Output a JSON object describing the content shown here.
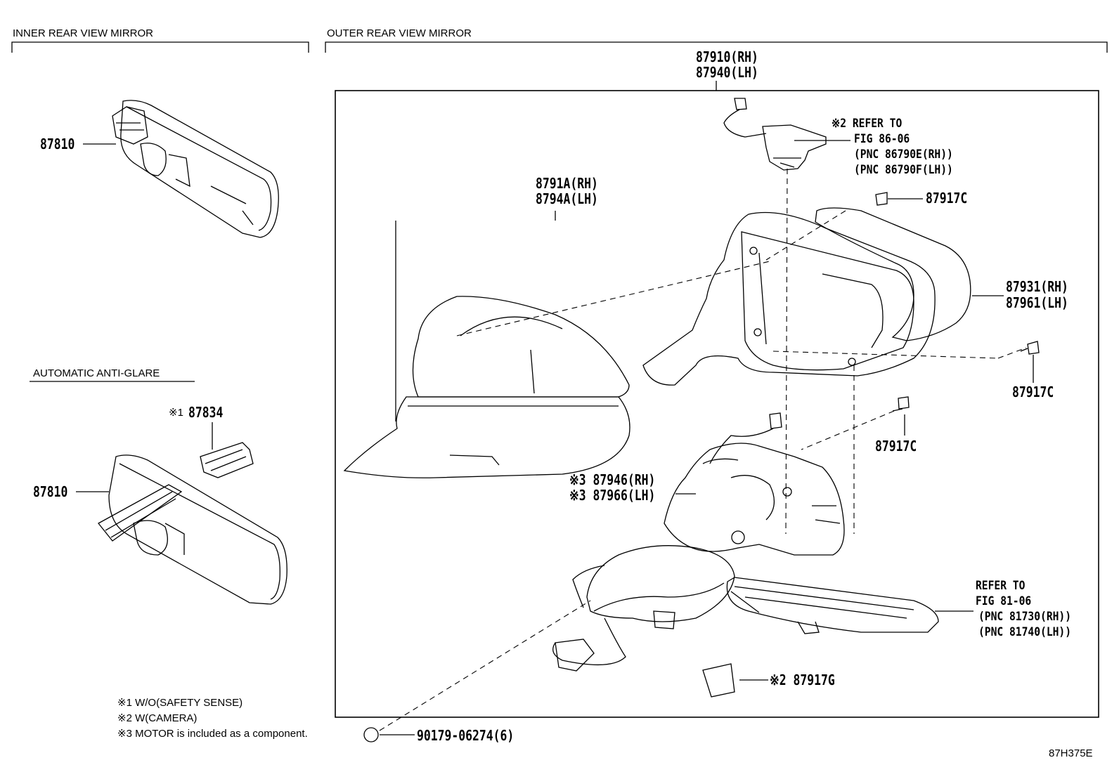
{
  "sections": {
    "inner": "INNER REAR VIEW MIRROR",
    "outer": "OUTER REAR VIEW MIRROR",
    "anti_glare": "AUTOMATIC ANTI-GLARE"
  },
  "parts": {
    "p87910": "87910(RH)",
    "p87940": "87940(LH)",
    "p87810_top": "87810",
    "p87810_bottom": "87810",
    "p87834_mark": "※1",
    "p87834": "87834",
    "p8791A": "8791A(RH)",
    "p8794A": "8794A(LH)",
    "p87917C_a": "87917C",
    "p87917C_b": "87917C",
    "p87917C_c": "87917C",
    "p87931": "87931(RH)",
    "p87961": "87961(LH)",
    "p87946": "※3 87946(RH)",
    "p87966": "※3 87966(LH)",
    "p87917G": "※2 87917G",
    "p90179": "90179-06274(6)"
  },
  "refs": {
    "camera_ref": [
      "※2 REFER TO",
      "FIG 86-06",
      "(PNC 86790E(RH))",
      "(PNC 86790F(LH))"
    ],
    "signal_ref": [
      "REFER TO",
      "FIG 81-06",
      "(PNC 81730(RH))",
      "(PNC 81740(LH))"
    ]
  },
  "notes": [
    "※1 W/O(SAFETY SENSE)",
    "※2 W(CAMERA)",
    "※3 MOTOR is included as a component."
  ],
  "figure_id": "87H375E"
}
